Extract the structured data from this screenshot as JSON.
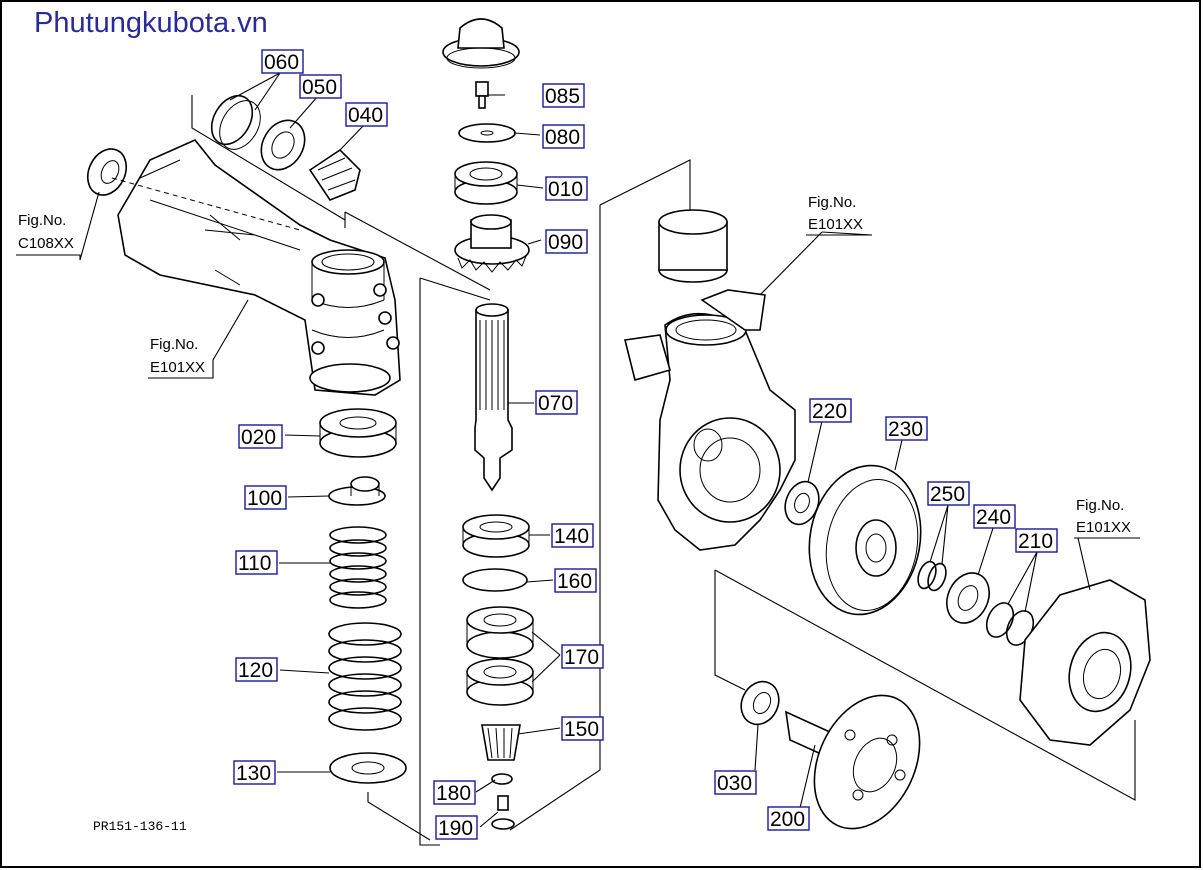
{
  "site": {
    "title": "Phutungkubota.vn",
    "accent": "#2a2a9a"
  },
  "drawing_code": "PR151-136-11",
  "parts": {
    "p010": "010",
    "p020": "020",
    "p030": "030",
    "p040": "040",
    "p050": "050",
    "p060": "060",
    "p070": "070",
    "p080": "080",
    "p085": "085",
    "p090": "090",
    "p100": "100",
    "p110": "110",
    "p120": "120",
    "p130": "130",
    "p140": "140",
    "p150": "150",
    "p160": "160",
    "p170": "170",
    "p180": "180",
    "p190": "190",
    "p200": "200",
    "p210": "210",
    "p220": "220",
    "p230": "230",
    "p240": "240",
    "p250": "250"
  },
  "figure_refs": {
    "fig_label": "Fig.No.",
    "ref_c108": "C108XX",
    "ref_e101_a": "E101XX",
    "ref_e101_b": "E101XX",
    "ref_e101_c": "E101XX"
  }
}
